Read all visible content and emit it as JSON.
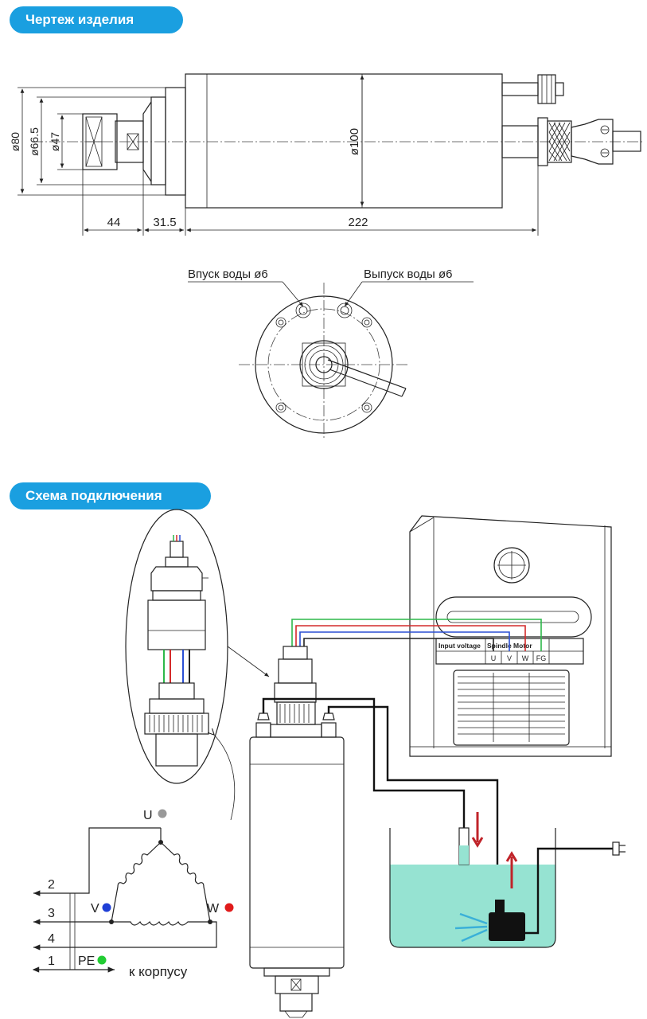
{
  "sections": {
    "drawing_title": "Чертеж изделия",
    "wiring_title": "Схема подключения"
  },
  "dimensions": {
    "d80": "ø80",
    "d66_5": "ø66.5",
    "d47": "ø47",
    "d100": "ø100",
    "len44": "44",
    "len31_5": "31.5",
    "len222": "222"
  },
  "end_view": {
    "water_in": "Впуск воды ø6",
    "water_out": "Выпуск воды ø6"
  },
  "inverter": {
    "input_voltage": "Input voltage",
    "spindle_motor": "Spindle Motor",
    "terminal_u": "U",
    "terminal_v": "V",
    "terminal_w": "W",
    "terminal_fg": "FG"
  },
  "wiring": {
    "label_u": "U",
    "label_v": "V",
    "label_w": "W",
    "label_pe": "PE",
    "pin2": "2",
    "pin3": "3",
    "pin4": "4",
    "pin1": "1",
    "to_body": "к корпусу"
  },
  "colors": {
    "accent": "#1a9fe0",
    "u_dot": "#999999",
    "v_dot": "#1f3fd6",
    "w_dot": "#e01b1b",
    "pe_dot": "#22cc33",
    "water": "#96e3d2",
    "flow_arrow": "#c0242a",
    "wire_green": "#2db84a",
    "wire_red": "#d42a2a",
    "wire_blue": "#2a4fd4"
  }
}
